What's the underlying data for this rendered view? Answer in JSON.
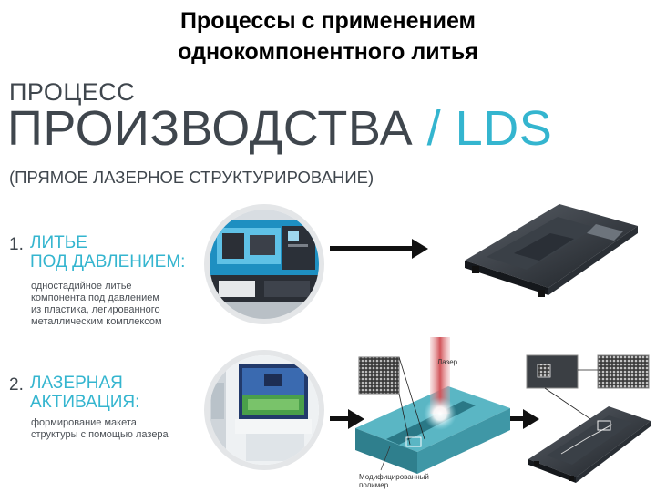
{
  "slide": {
    "title_line1": "Процессы с применением",
    "title_line2": "однокомпонентного литья"
  },
  "infographic": {
    "heading_small": "ПРОЦЕСС",
    "heading_big": "ПРОИЗВОДСТВА",
    "heading_sep": "/",
    "heading_accent": "LDS",
    "heading_sub": "(ПРЯМОЕ ЛАЗЕРНОЕ СТРУКТУРИРОВАНИЕ)",
    "accent_color": "#34b5cf",
    "steps": [
      {
        "number": "1.",
        "title_line1": "ЛИТЬЕ",
        "title_line2": "ПОД ДАВЛЕНИЕМ:",
        "desc_lines": [
          "одностадийное литье",
          "компонента под давлением",
          "из пластика, легированного",
          "металлическим комплексом"
        ]
      },
      {
        "number": "2.",
        "title_line1": "ЛАЗЕРНАЯ",
        "title_line2": "АКТИВАЦИЯ:",
        "desc_lines": [
          "формирование макета",
          "структуры с помощью лазера"
        ]
      }
    ],
    "labels": {
      "laser": "Лазер",
      "modified_polymer_line1": "Модифицированный",
      "modified_polymer_line2": "полимер"
    }
  }
}
